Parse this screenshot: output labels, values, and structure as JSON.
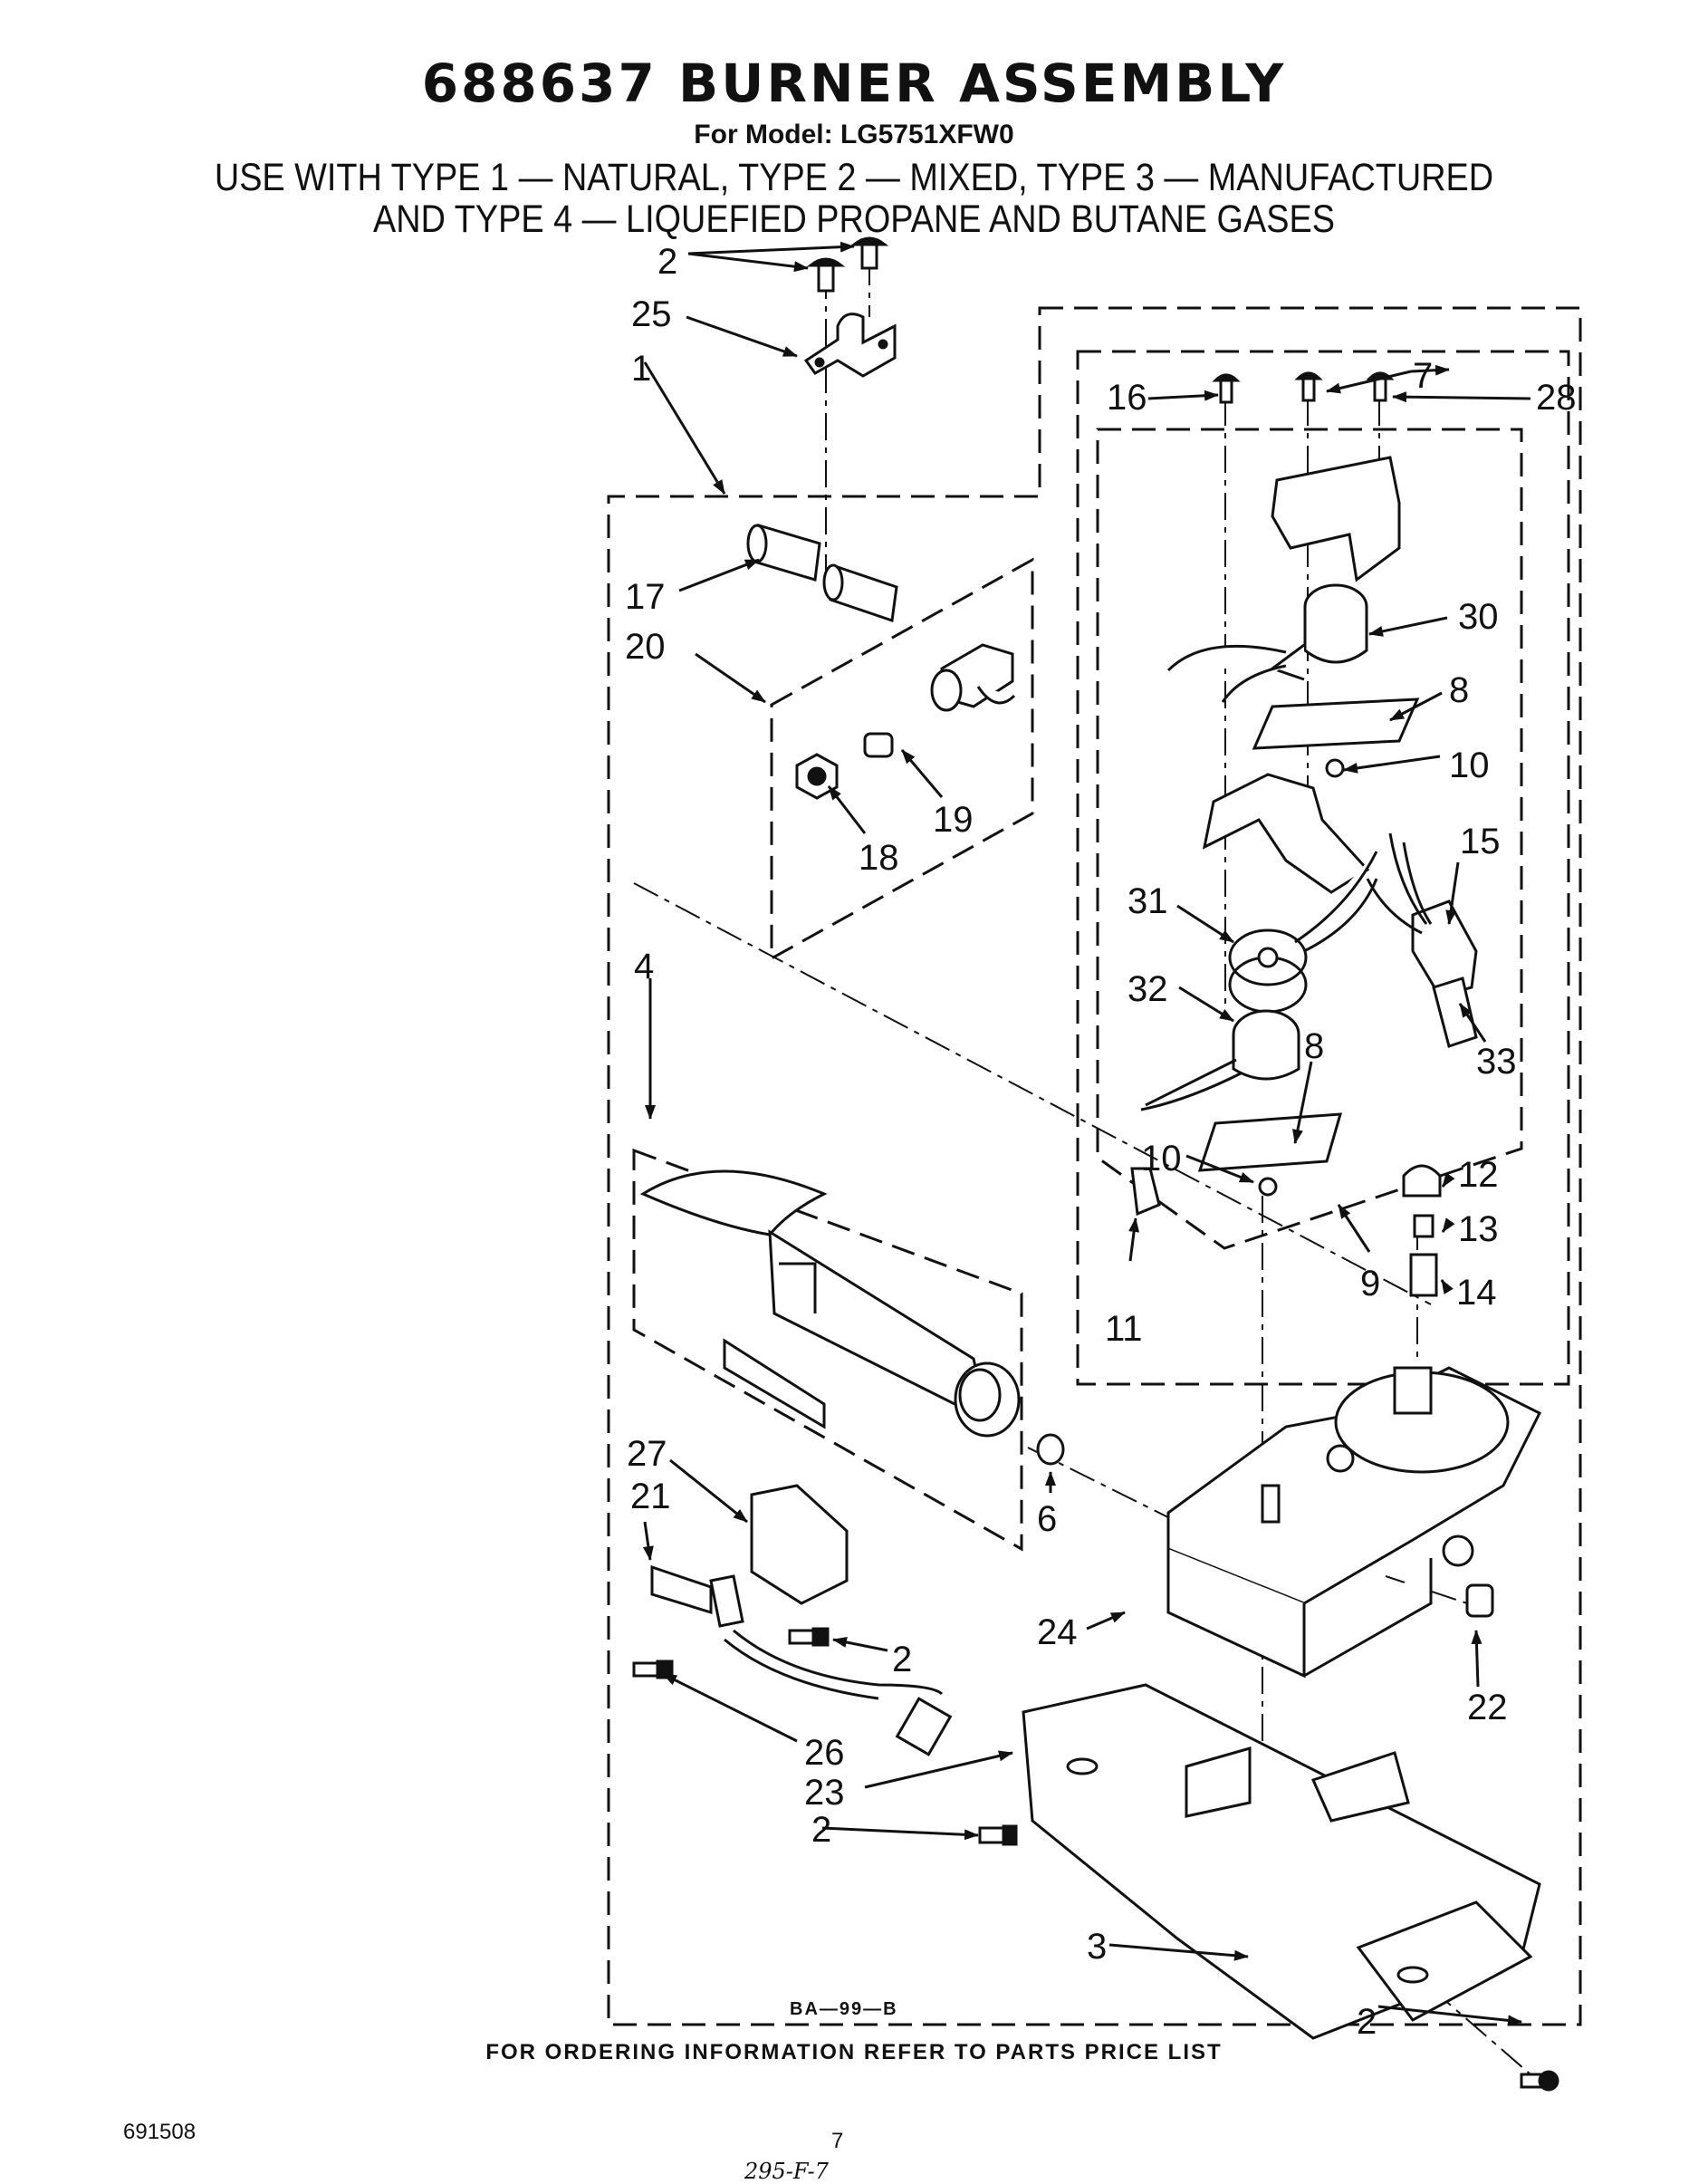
{
  "header": {
    "title": "688637 BURNER ASSEMBLY",
    "model": "For Model: LG5751XFW0",
    "use_line_1": "USE WITH TYPE 1 — NATURAL, TYPE 2 — MIXED, TYPE 3 — MANUFACTURED",
    "use_line_2": "AND TYPE 4 — LIQUEFIED PROPANE AND BUTANE GASES"
  },
  "callouts": [
    "2",
    "25",
    "1",
    "16",
    "7",
    "28",
    "17",
    "20",
    "30",
    "8",
    "10",
    "19",
    "18",
    "15",
    "31",
    "4",
    "32",
    "8",
    "33",
    "10",
    "12",
    "13",
    "9",
    "14",
    "11",
    "27",
    "21",
    "6",
    "2",
    "24",
    "22",
    "26",
    "23",
    "2",
    "3",
    "2"
  ],
  "diagram_code": "BA—99—B",
  "footer": {
    "ordering_note": "FOR ORDERING INFORMATION REFER TO PARTS PRICE LIST",
    "doc_number": "691508",
    "page_number": "7",
    "handwritten_note": "295-F-7"
  }
}
